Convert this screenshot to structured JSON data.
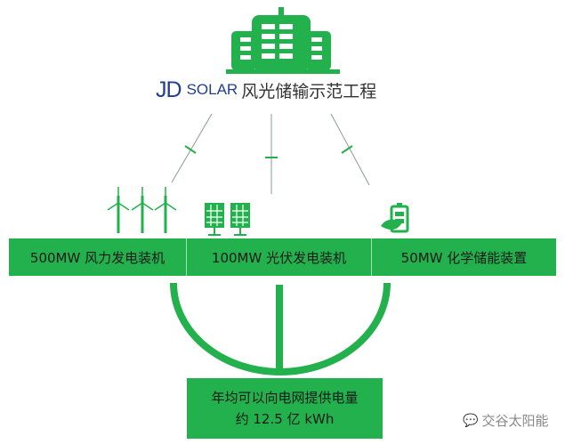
{
  "header": {
    "logo_jd": "JD",
    "logo_solar": "SOLAR",
    "title": "风光储输示范工程"
  },
  "units": [
    {
      "label": "500MW 风力发电装机",
      "icon": "wind-turbine-icon"
    },
    {
      "label": "100MW 光伏发电装机",
      "icon": "solar-panel-icon"
    },
    {
      "label": "50MW 化学储能装置",
      "icon": "battery-leaf-icon"
    }
  ],
  "output": {
    "line1": "年均可以向电网提供电量",
    "line2": "约 12.5 亿 kWh"
  },
  "watermark": "交谷太阳能",
  "colors": {
    "green": "#22b14c",
    "navy": "#1f3f8f"
  }
}
